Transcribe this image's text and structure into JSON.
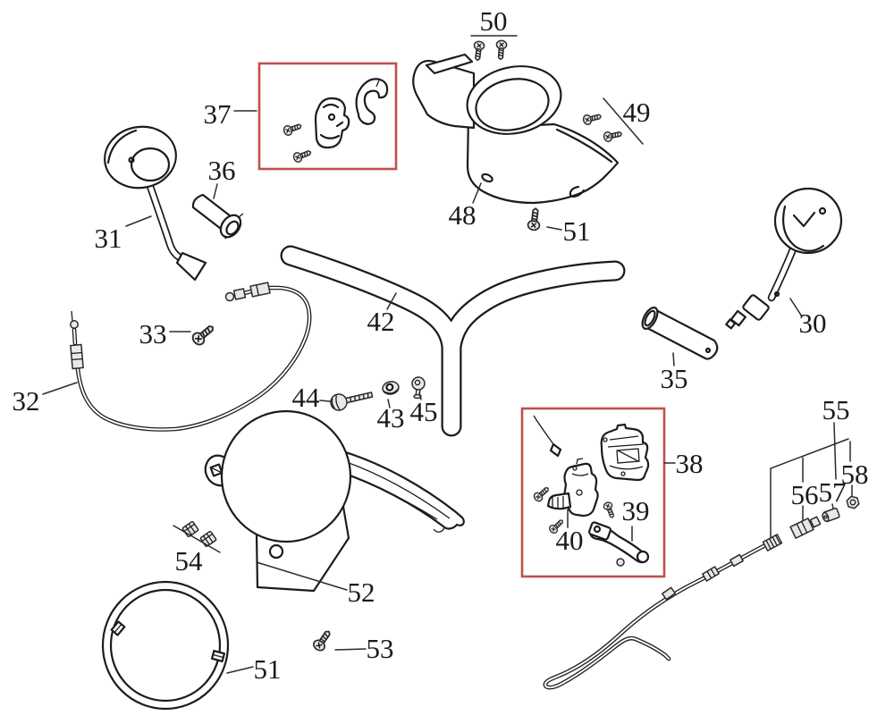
{
  "diagram": {
    "type": "exploded-parts-diagram",
    "subject": "handlebar, mirrors, headlight case and control assemblies",
    "background": "#ffffff",
    "line_color": "#1c1c1c",
    "highlight_box_color": "#c0504a",
    "label_color": "#1a1a1a"
  },
  "labels": {
    "n30": "30",
    "n31": "31",
    "n32": "32",
    "n33": "33",
    "n35": "35",
    "n36": "36",
    "n37": "37",
    "n38": "38",
    "n39": "39",
    "n40": "40",
    "n42": "42",
    "n43": "43",
    "n44": "44",
    "n45": "45",
    "n48": "48",
    "n49": "49",
    "n50": "50",
    "n51_screw": "51",
    "n51_rim": "51",
    "n52": "52",
    "n53": "53",
    "n54": "54",
    "n55": "55",
    "n56": "56",
    "n57": "57",
    "n58": "58"
  },
  "highlight_boxes": [
    {
      "label": "37"
    },
    {
      "label": "38"
    }
  ],
  "parts": [
    {
      "number": "30",
      "name": "mirror-right"
    },
    {
      "number": "31",
      "name": "mirror-left"
    },
    {
      "number": "32",
      "name": "throttle-cable"
    },
    {
      "number": "33",
      "name": "screw"
    },
    {
      "number": "35",
      "name": "handlebar-grip"
    },
    {
      "number": "36",
      "name": "throttle-grip-tube"
    },
    {
      "number": "37",
      "name": "throttle-housing-clamp-set"
    },
    {
      "number": "38",
      "name": "switch-housing-assembly"
    },
    {
      "number": "39",
      "name": "brake-lever"
    },
    {
      "number": "40",
      "name": "lever-bracket"
    },
    {
      "number": "42",
      "name": "handlebar"
    },
    {
      "number": "43",
      "name": "nut"
    },
    {
      "number": "44",
      "name": "bolt"
    },
    {
      "number": "45",
      "name": "cap-nut"
    },
    {
      "number": "48",
      "name": "headlight-upper-cover"
    },
    {
      "number": "49",
      "name": "screw-pair"
    },
    {
      "number": "50",
      "name": "screw-pair"
    },
    {
      "number": "51",
      "name": "screw"
    },
    {
      "number": "51",
      "name": "headlight-rim"
    },
    {
      "number": "52",
      "name": "headlight-case"
    },
    {
      "number": "53",
      "name": "screw"
    },
    {
      "number": "54",
      "name": "clip-pair"
    },
    {
      "number": "55",
      "name": "speedometer-cable"
    },
    {
      "number": "56",
      "name": "cable-fitting"
    },
    {
      "number": "57",
      "name": "cable-nut"
    },
    {
      "number": "58",
      "name": "cable-nut"
    }
  ]
}
